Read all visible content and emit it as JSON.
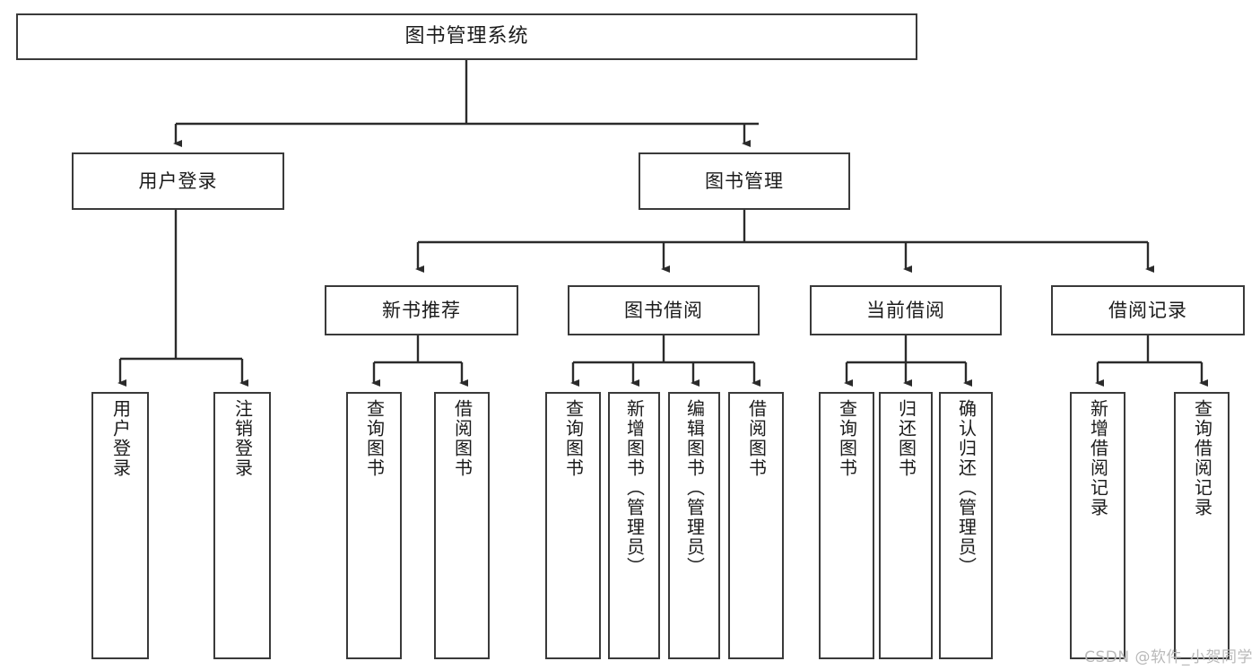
{
  "diagram": {
    "type": "tree-hierarchy",
    "title": "图书管理系统",
    "root": {
      "id": "root",
      "label": "图书管理系统"
    },
    "level2": [
      {
        "id": "user-login",
        "label": "用户登录"
      },
      {
        "id": "book-management",
        "label": "图书管理"
      }
    ],
    "level3": [
      {
        "id": "new-book-recommend",
        "label": "新书推荐",
        "parent": "book-management"
      },
      {
        "id": "book-borrow",
        "label": "图书借阅",
        "parent": "book-management"
      },
      {
        "id": "current-borrow",
        "label": "当前借阅",
        "parent": "book-management"
      },
      {
        "id": "borrow-record",
        "label": "借阅记录",
        "parent": "book-management"
      }
    ],
    "leaves": {
      "user_login": [
        {
          "id": "leaf-user-login",
          "label": "用户登录"
        },
        {
          "id": "leaf-logout-login",
          "label": "注销登录"
        }
      ],
      "new_book_recommend": [
        {
          "id": "leaf-query-book-1",
          "label": "查询图书"
        },
        {
          "id": "leaf-borrow-book-1",
          "label": "借阅图书"
        }
      ],
      "book_borrow": [
        {
          "id": "leaf-query-book-2",
          "label": "查询图书"
        },
        {
          "id": "leaf-add-book",
          "label": "新增图书（管理员）"
        },
        {
          "id": "leaf-edit-book",
          "label": "编辑图书（管理员）"
        },
        {
          "id": "leaf-borrow-book-2",
          "label": "借阅图书"
        }
      ],
      "current_borrow": [
        {
          "id": "leaf-query-book-3",
          "label": "查询图书"
        },
        {
          "id": "leaf-return-book",
          "label": "归还图书"
        },
        {
          "id": "leaf-confirm-return",
          "label": "确认归还（管理员）"
        }
      ],
      "borrow_record": [
        {
          "id": "leaf-add-borrow-record",
          "label": "新增借阅记录"
        },
        {
          "id": "leaf-query-borrow-record",
          "label": "查询借阅记录"
        }
      ]
    }
  },
  "watermark": {
    "text": "CSDN @软件_小贺同学"
  },
  "colors": {
    "background": "#ffffff",
    "box_border": "#3a3a3a",
    "box_fill": "#ffffff",
    "text": "#1b1b1b",
    "connector": "#2b2b2b",
    "watermark": "#b9b9b9"
  }
}
